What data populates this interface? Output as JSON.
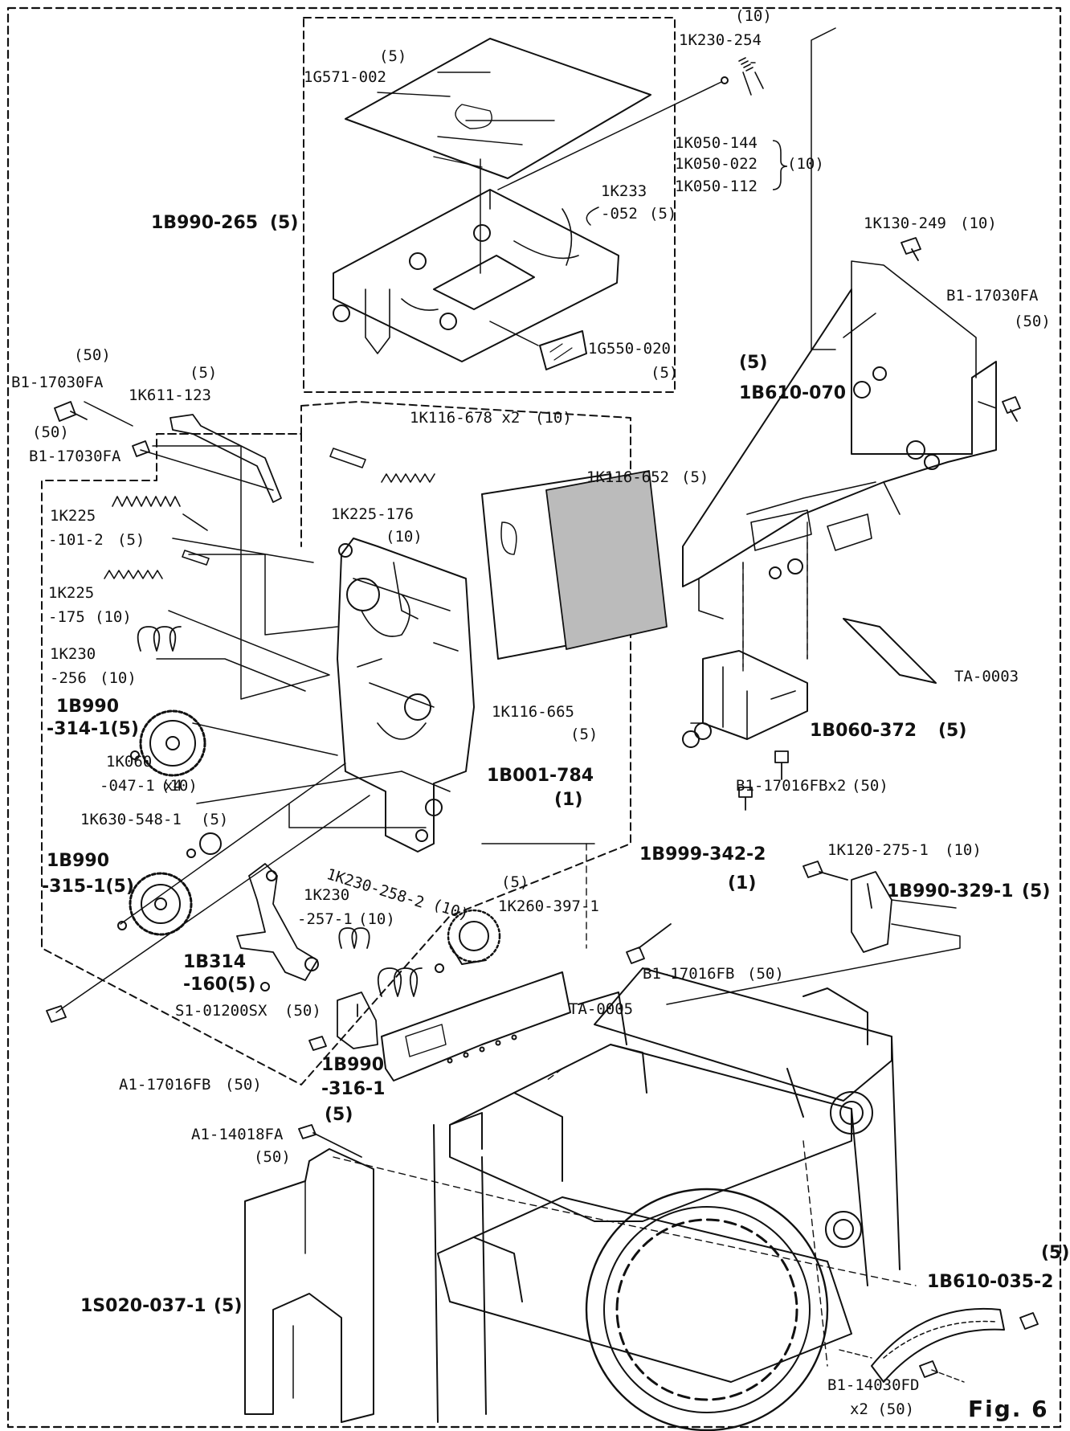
{
  "figure": {
    "label": "Fig. 6"
  },
  "labels": {
    "q_1k230_254": "(10)",
    "p_1k230_254": "1K230-254",
    "q_1g571": "(5)",
    "p_1g571": "1G571-002",
    "p_1k050_144": "1K050-144",
    "p_1k050_022": "1K050-022",
    "p_1k050_112": "1K050-112",
    "q_1k050": "(10)",
    "p_1k233_a": "1K233",
    "p_1k233_b": "-052",
    "q_1k233": "(5)",
    "p_1b990_265": "1B990-265",
    "q_1b990_265": "(5)",
    "p_1k130_249": "1K130-249",
    "q_1k130_249": "(10)",
    "p_b1_17030fa_r": "B1-17030FA",
    "q_b1_17030fa_r": "(50)",
    "p_1g550": "1G550-020",
    "q_1g550": "(5)",
    "q_1b610_070": "(5)",
    "p_1b610_070": "1B610-070",
    "q_b1_17030fa_l1": "(50)",
    "p_b1_17030fa_l1": "B1-17030FA",
    "q_1k611": "(5)",
    "p_1k611": "1K611-123",
    "q_b1_17030fa_l2": "(50)",
    "p_b1_17030fa_l2": "B1-17030FA",
    "p_1k116_678": "1K116-678 x2",
    "q_1k116_678": "(10)",
    "p_1k116_652": "1K116-652",
    "q_1k116_652": "(5)",
    "p_1k225_101_a": "1K225",
    "p_1k225_101_b": "-101-2",
    "q_1k225_101": "(5)",
    "p_1k225_176": "1K225-176",
    "q_1k225_176": "(10)",
    "p_1k225_175_a": "1K225",
    "p_1k225_175_b": "-175",
    "q_1k225_175": "(10)",
    "p_1k230_256_a": "1K230",
    "p_1k230_256_b": "-256",
    "q_1k230_256": "(10)",
    "p_ta_0003": "TA-0003",
    "p_1b990_314_a": "1B990",
    "p_1b990_314_b": "-314-1(5)",
    "p_1k116_665": "1K116-665",
    "q_1k116_665": "(5)",
    "p_1b060_372": "1B060-372",
    "q_1b060_372": "(5)",
    "p_1k060_a": "1K060",
    "p_1k060_b": "-047-1 x4",
    "q_1k060": "(10)",
    "p_1b001_784": "1B001-784",
    "q_1b001_784": "(1)",
    "p_b1_17016fbx2": "B1-17016FBx2",
    "q_b1_17016fbx2": "(50)",
    "p_1k630_548": "1K630-548-1",
    "q_1k630_548": "(5)",
    "p_1b999_342": "1B999-342-2",
    "q_1b999_342": "(1)",
    "p_1k120_275": "1K120-275-1",
    "q_1k120_275": "(10)",
    "p_1k230_258": "1K230-258-2",
    "q_1k230_258": "(10)",
    "q_1k260_397": "(5)",
    "p_1k260_397": "1K260-397-1",
    "p_1b990_315_a": "1B990",
    "p_1b990_315_b": "-315-1(5)",
    "p_1b990_329": "1B990-329-1",
    "q_1b990_329": "(5)",
    "p_1k230_257_a": "1K230",
    "p_1k230_257_b": "-257-1",
    "q_1k230_257": "(10)",
    "p_1b314_a": "1B314",
    "p_1b314_b": "-160(5)",
    "p_b1_17016fb": "B1-17016FB",
    "q_b1_17016fb": "(50)",
    "p_s1_01200sx": "S1-01200SX",
    "q_s1_01200sx": "(50)",
    "p_ta_0005": "TA-0005",
    "p_1b990_316_a": "1B990",
    "p_1b990_316_b": "-316-1",
    "q_1b990_316": "(5)",
    "p_a1_17016fb": "A1-17016FB",
    "q_a1_17016fb": "(50)",
    "p_a1_14018fa": "A1-14018FA",
    "q_a1_14018fa": "(50)",
    "q_1b610_035": "(5)",
    "p_1b610_035": "1B610-035-2",
    "p_1s020_037": "1S020-037-1",
    "q_1s020_037": "(5)",
    "p_b1_14030fd": "B1-14030FD",
    "q_b1_14030fd": "x2 (50)"
  }
}
